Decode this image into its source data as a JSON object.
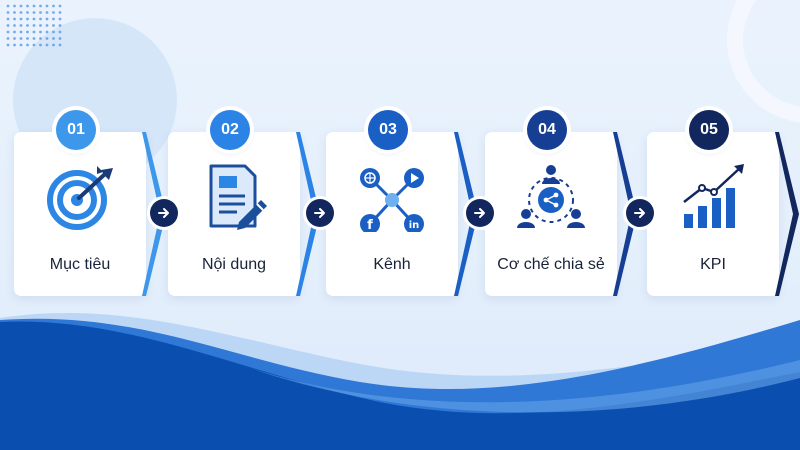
{
  "steps": [
    {
      "number": "01",
      "label": "Mục tiêu",
      "icon": "target-icon",
      "color": "#3d97ea"
    },
    {
      "number": "02",
      "label": "Nội dung",
      "icon": "document-edit-icon",
      "color": "#2c83e6"
    },
    {
      "number": "03",
      "label": "Kênh",
      "icon": "channels-network-icon",
      "color": "#1a5fc4"
    },
    {
      "number": "04",
      "label": "Cơ chế chia sẻ",
      "icon": "share-people-icon",
      "color": "#163f94"
    },
    {
      "number": "05",
      "label": "KPI",
      "icon": "growth-chart-icon",
      "color": "#13275f"
    }
  ],
  "colors": {
    "background": "#e6f0fc",
    "wave_dark": "#0a4fb0",
    "wave_light": "#6fa8ea",
    "arrow_button": "#13275f"
  }
}
